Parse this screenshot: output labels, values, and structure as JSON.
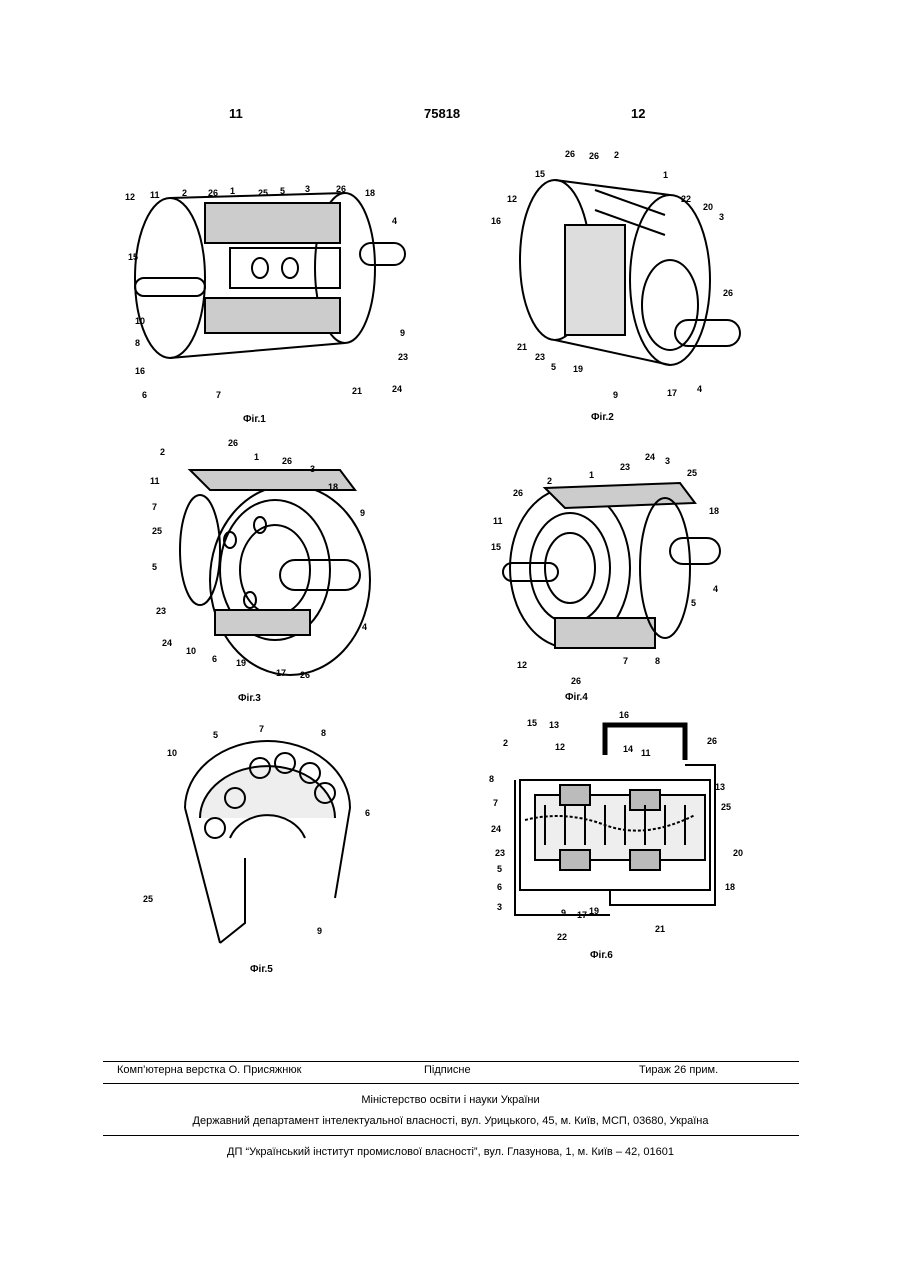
{
  "header": {
    "left_page": "11",
    "patent_number": "75818",
    "right_page": "12"
  },
  "figures": [
    {
      "caption": "Фіг.1",
      "labels": [
        "12",
        "11",
        "2",
        "26",
        "1",
        "25",
        "5",
        "3",
        "26",
        "18",
        "4",
        "15",
        "10",
        "8",
        "16",
        "6",
        "7",
        "21",
        "24",
        "23",
        "9"
      ]
    },
    {
      "caption": "Фіг.2",
      "labels": [
        "26",
        "26",
        "2",
        "15",
        "12",
        "1",
        "22",
        "20",
        "3",
        "16",
        "26",
        "21",
        "23",
        "5",
        "19",
        "9",
        "17",
        "4"
      ]
    },
    {
      "caption": "Фіг.3",
      "labels": [
        "2",
        "26",
        "1",
        "26",
        "3",
        "11",
        "18",
        "7",
        "9",
        "25",
        "5",
        "23",
        "24",
        "10",
        "6",
        "19",
        "17",
        "26",
        "4"
      ]
    },
    {
      "caption": "Фіг.4",
      "labels": [
        "2",
        "1",
        "23",
        "24",
        "3",
        "25",
        "26",
        "18",
        "11",
        "15",
        "4",
        "5",
        "12",
        "26",
        "7",
        "8"
      ]
    },
    {
      "caption": "Фіг.5",
      "labels": [
        "5",
        "7",
        "8",
        "10",
        "6",
        "25",
        "9"
      ]
    },
    {
      "caption": "Фіг.6",
      "labels": [
        "15",
        "13",
        "16",
        "2",
        "12",
        "14",
        "11",
        "26",
        "8",
        "13",
        "7",
        "25",
        "24",
        "20",
        "23",
        "5",
        "6",
        "3",
        "9",
        "17",
        "19",
        "18",
        "22",
        "21"
      ]
    }
  ],
  "footer": {
    "typesetter": "Комп’ютерна верстка О. Присяжнюк",
    "signed": "Підписне",
    "circulation": "Тираж 26 прим.",
    "ministry": "Міністерство освіти і науки України",
    "department": "Державний департамент інтелектуальної власності, вул. Урицького, 45, м. Київ, МСП, 03680, Україна",
    "institute": "ДП “Український інститут промислової власності”, вул. Глазунова, 1, м. Київ – 42, 01601"
  }
}
